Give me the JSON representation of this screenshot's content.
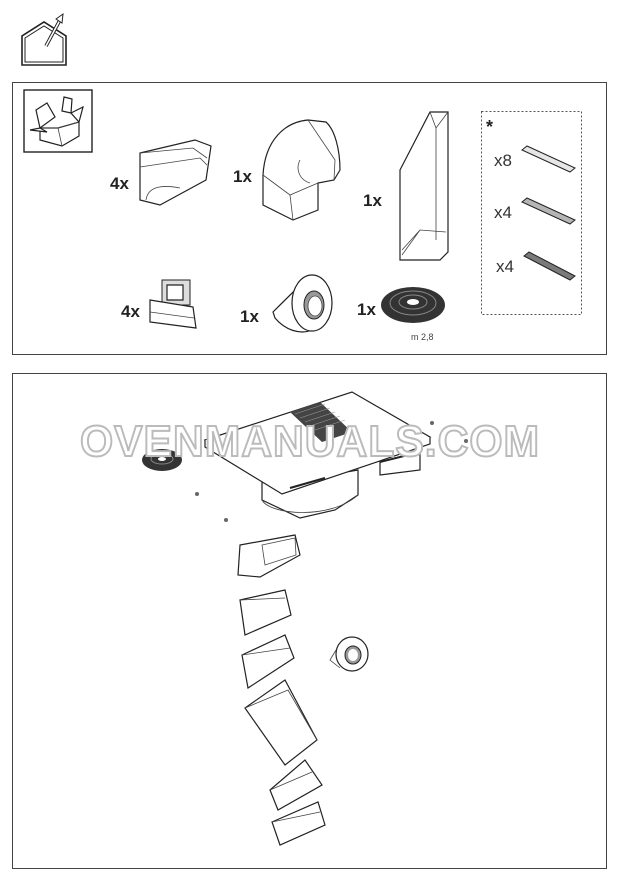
{
  "parts_panel": {
    "items": [
      {
        "name": "duct-bend-short",
        "qty": "4x"
      },
      {
        "name": "duct-elbow",
        "qty": "1x"
      },
      {
        "name": "duct-straight",
        "qty": "1x"
      },
      {
        "name": "duct-clip",
        "qty": "4x"
      },
      {
        "name": "tape-roll",
        "qty": "1x"
      },
      {
        "name": "seal-strip-roll",
        "qty": "1x",
        "note": "m 2,8"
      }
    ],
    "optional": {
      "marker": "*",
      "items": [
        {
          "qty": "x8",
          "color": "#e6e6e6"
        },
        {
          "qty": "x4",
          "color": "#b5b5b5"
        },
        {
          "qty": "x4",
          "color": "#7a7a7a"
        }
      ]
    }
  },
  "watermark": "OVENMANUALS.COM"
}
